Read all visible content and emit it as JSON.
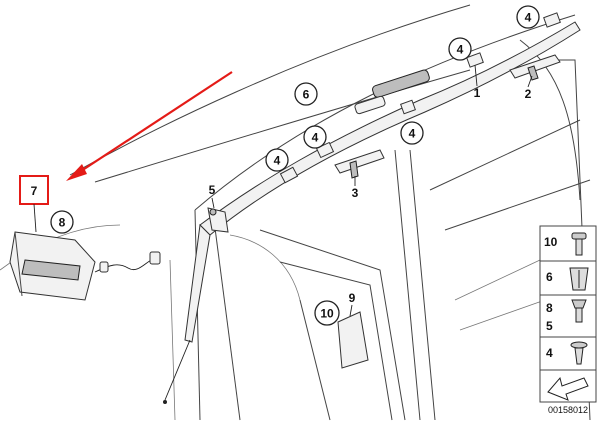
{
  "callouts": [
    {
      "id": "c4a",
      "text": "4"
    },
    {
      "id": "c4b",
      "text": "4"
    },
    {
      "id": "c6",
      "text": "6"
    },
    {
      "id": "c4c",
      "text": "4"
    },
    {
      "id": "c4d",
      "text": "4"
    },
    {
      "id": "c4e",
      "text": "4"
    },
    {
      "id": "c8",
      "text": "8"
    },
    {
      "id": "c10",
      "text": "10"
    }
  ],
  "labels": {
    "part1": "1",
    "part2": "2",
    "part3": "3",
    "part5": "5",
    "part9": "9",
    "part7": "7"
  },
  "legend": {
    "items": [
      {
        "label": "10"
      },
      {
        "label": "6"
      },
      {
        "label": "8"
      },
      {
        "label": "5"
      },
      {
        "label": "4"
      }
    ],
    "doc_number": "00158012"
  },
  "colors": {
    "highlight": "#e41b17",
    "line": "#444444"
  }
}
